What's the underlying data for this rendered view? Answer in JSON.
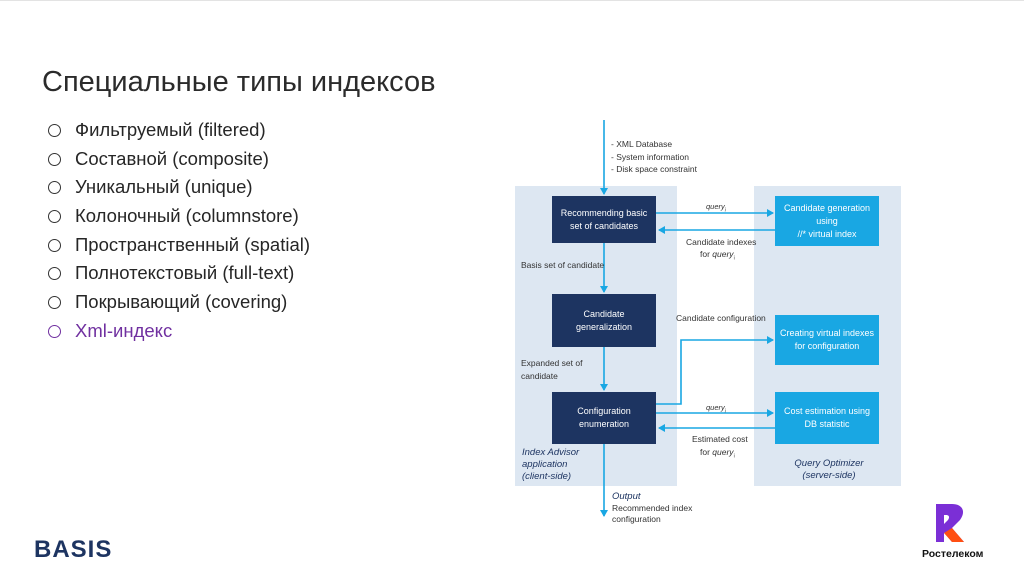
{
  "slide": {
    "title": "Специальные типы индексов",
    "bullets": [
      "Фильтруемый (filtered)",
      "Составной (composite)",
      "Уникальный (unique)",
      "Колоночный (columnstore)",
      "Пространственный (spatial)",
      "Полнотекстовый (full-text)",
      "Покрывающий (covering)",
      "Xml-индекс"
    ]
  },
  "diagram": {
    "inputs": [
      "XML Database",
      "System information",
      "Disk space constraint"
    ],
    "boxes": {
      "recommend": [
        "Recommending basic",
        "set of candidates"
      ],
      "generalization": "Candidate generalization",
      "enumeration": [
        "Configuration",
        "enumeration"
      ],
      "cand_gen": [
        "Candidate generation",
        "using",
        "//* virtual index"
      ],
      "virtual": [
        "Creating virtual indexes",
        "for configuration"
      ],
      "cost": [
        "Cost estimation using",
        "DB statistic"
      ]
    },
    "labels": {
      "query_i_1": "query",
      "cand_indexes": "Candidate indexes",
      "for_query_1": "for",
      "query_i_2": "query",
      "basis": "Basis set of candidate",
      "cand_config": "Candidate configuration",
      "expanded_1": "Expanded set of",
      "expanded_2": "candidate",
      "query_i_3": "query",
      "est_cost": "Estimated cost",
      "for_query_2": "for",
      "query_i_4": "query",
      "subscript": "i"
    },
    "panels": {
      "advisor": [
        "Index Advisor",
        "application",
        "(client-side)"
      ],
      "optimizer": [
        "Query Optimizer",
        "(server-side)"
      ]
    },
    "output": {
      "title": "Output",
      "lines": [
        "Recommended index",
        "configuration"
      ]
    }
  },
  "logos": {
    "basis": "BASIS",
    "rostelecom": "Ростелеком"
  },
  "colors": {
    "dark_box": "#1d3461",
    "cyan_box": "#19a7e3",
    "panel": "#dde7f2",
    "arrow": "#19a7e3",
    "accent": "#7030a0",
    "rostelecom": "#7b2fd6"
  }
}
